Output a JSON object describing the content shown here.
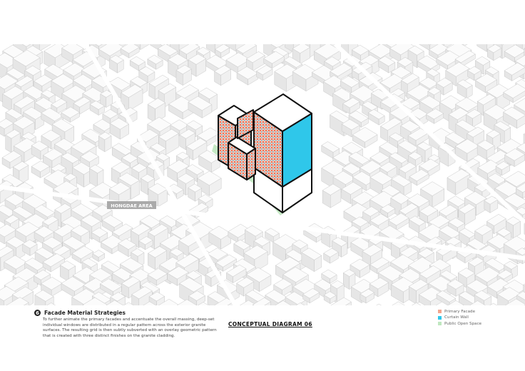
{
  "map_label": "HONGDAE AREA",
  "section": {
    "number": "6",
    "title": "Facade Material Strategies",
    "body": "To further animate the primary facades and accentuate the overall massing, deep-set individual windows are distributed in a regular pattern across the exterior granite surfaces. The resulting grid is then subtly subverted with an overlay geometric pattern that is created with three distinct finishes on the granite cladding."
  },
  "diagram_title": "CONCEPTUAL DIAGRAM 06",
  "legend": [
    {
      "label": "Primary Facade",
      "color": "#f2a58e"
    },
    {
      "label": "Curtain Wall",
      "color": "#2fc7ea"
    },
    {
      "label": "Public Open Space",
      "color": "#bfe7bf"
    }
  ],
  "colors": {
    "primary_facade": "#f2a58e",
    "curtain_wall": "#2fc7ea",
    "public_open_space": "#bfe7bf",
    "context_building": "#f4f4f4",
    "outline": "#111111"
  }
}
